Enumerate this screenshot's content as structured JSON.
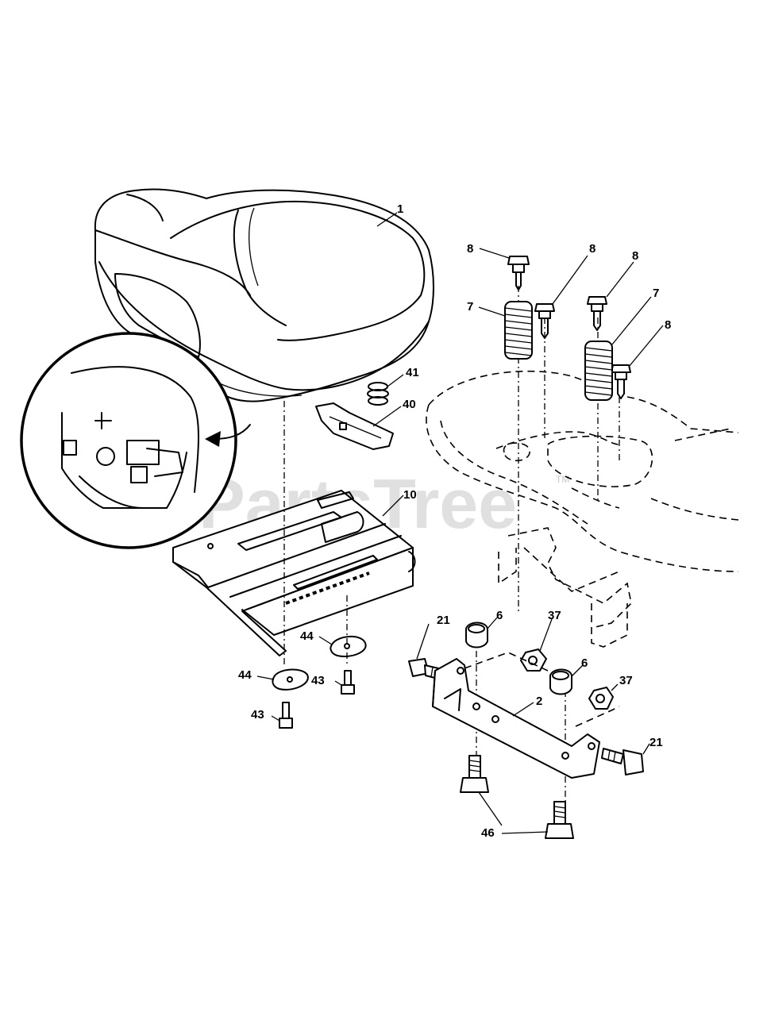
{
  "watermark": {
    "text": "PartsTree",
    "tm": "TM"
  },
  "callouts": [
    {
      "id": "c1",
      "label": "1"
    },
    {
      "id": "c8a",
      "label": "8"
    },
    {
      "id": "c8b",
      "label": "8"
    },
    {
      "id": "c8c",
      "label": "8"
    },
    {
      "id": "c8d",
      "label": "8"
    },
    {
      "id": "c7a",
      "label": "7"
    },
    {
      "id": "c7b",
      "label": "7"
    },
    {
      "id": "c41",
      "label": "41"
    },
    {
      "id": "c40",
      "label": "40"
    },
    {
      "id": "c10",
      "label": "10"
    },
    {
      "id": "c21a",
      "label": "21"
    },
    {
      "id": "c21b",
      "label": "21"
    },
    {
      "id": "c6a",
      "label": "6"
    },
    {
      "id": "c6b",
      "label": "6"
    },
    {
      "id": "c37a",
      "label": "37"
    },
    {
      "id": "c37b",
      "label": "37"
    },
    {
      "id": "c2",
      "label": "2"
    },
    {
      "id": "c44a",
      "label": "44"
    },
    {
      "id": "c44b",
      "label": "44"
    },
    {
      "id": "c43a",
      "label": "43"
    },
    {
      "id": "c43b",
      "label": "43"
    },
    {
      "id": "c46",
      "label": "46"
    }
  ]
}
